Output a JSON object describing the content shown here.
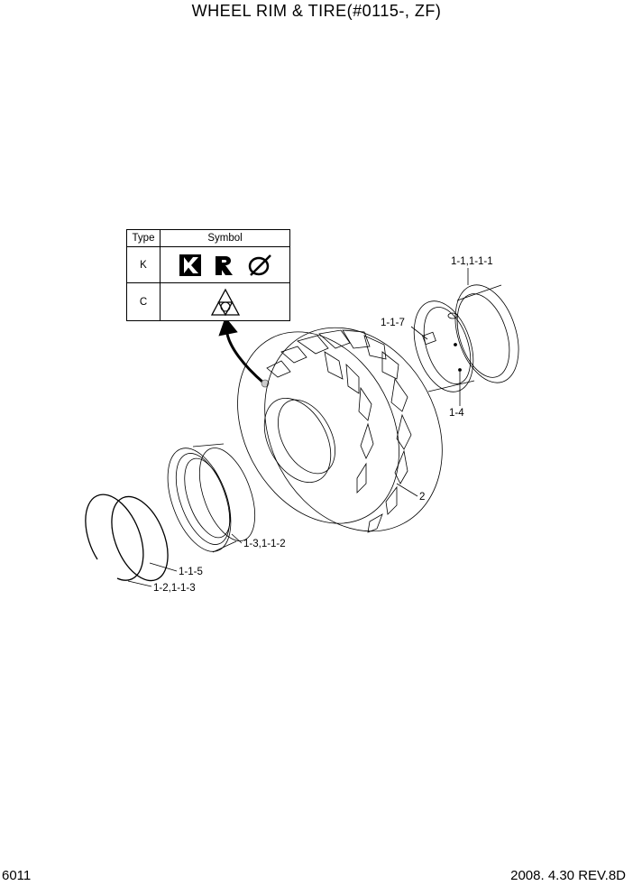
{
  "header": {
    "title": "WHEEL RIM & TIRE(#0115-, ZF)"
  },
  "footer": {
    "page_number": "6011",
    "revision": "2008. 4.30  REV.8D"
  },
  "legend": {
    "headers": {
      "type": "Type",
      "symbol": "Symbol"
    },
    "rows": [
      {
        "type": "K",
        "icons": [
          "k-logo-icon",
          "r-logo-icon",
          "slashed-circle-icon"
        ]
      },
      {
        "type": "C",
        "icons": [
          "triangle-symbol-icon"
        ]
      }
    ]
  },
  "callouts": {
    "rim_outer": "1-1,1-1-1",
    "valve": "1-1-7",
    "bolt": "1-4",
    "tire": "2",
    "rim_flange": "1-3,1-1-2",
    "o_ring": "1-1-5",
    "lock_ring": "1-2,1-1-3"
  }
}
